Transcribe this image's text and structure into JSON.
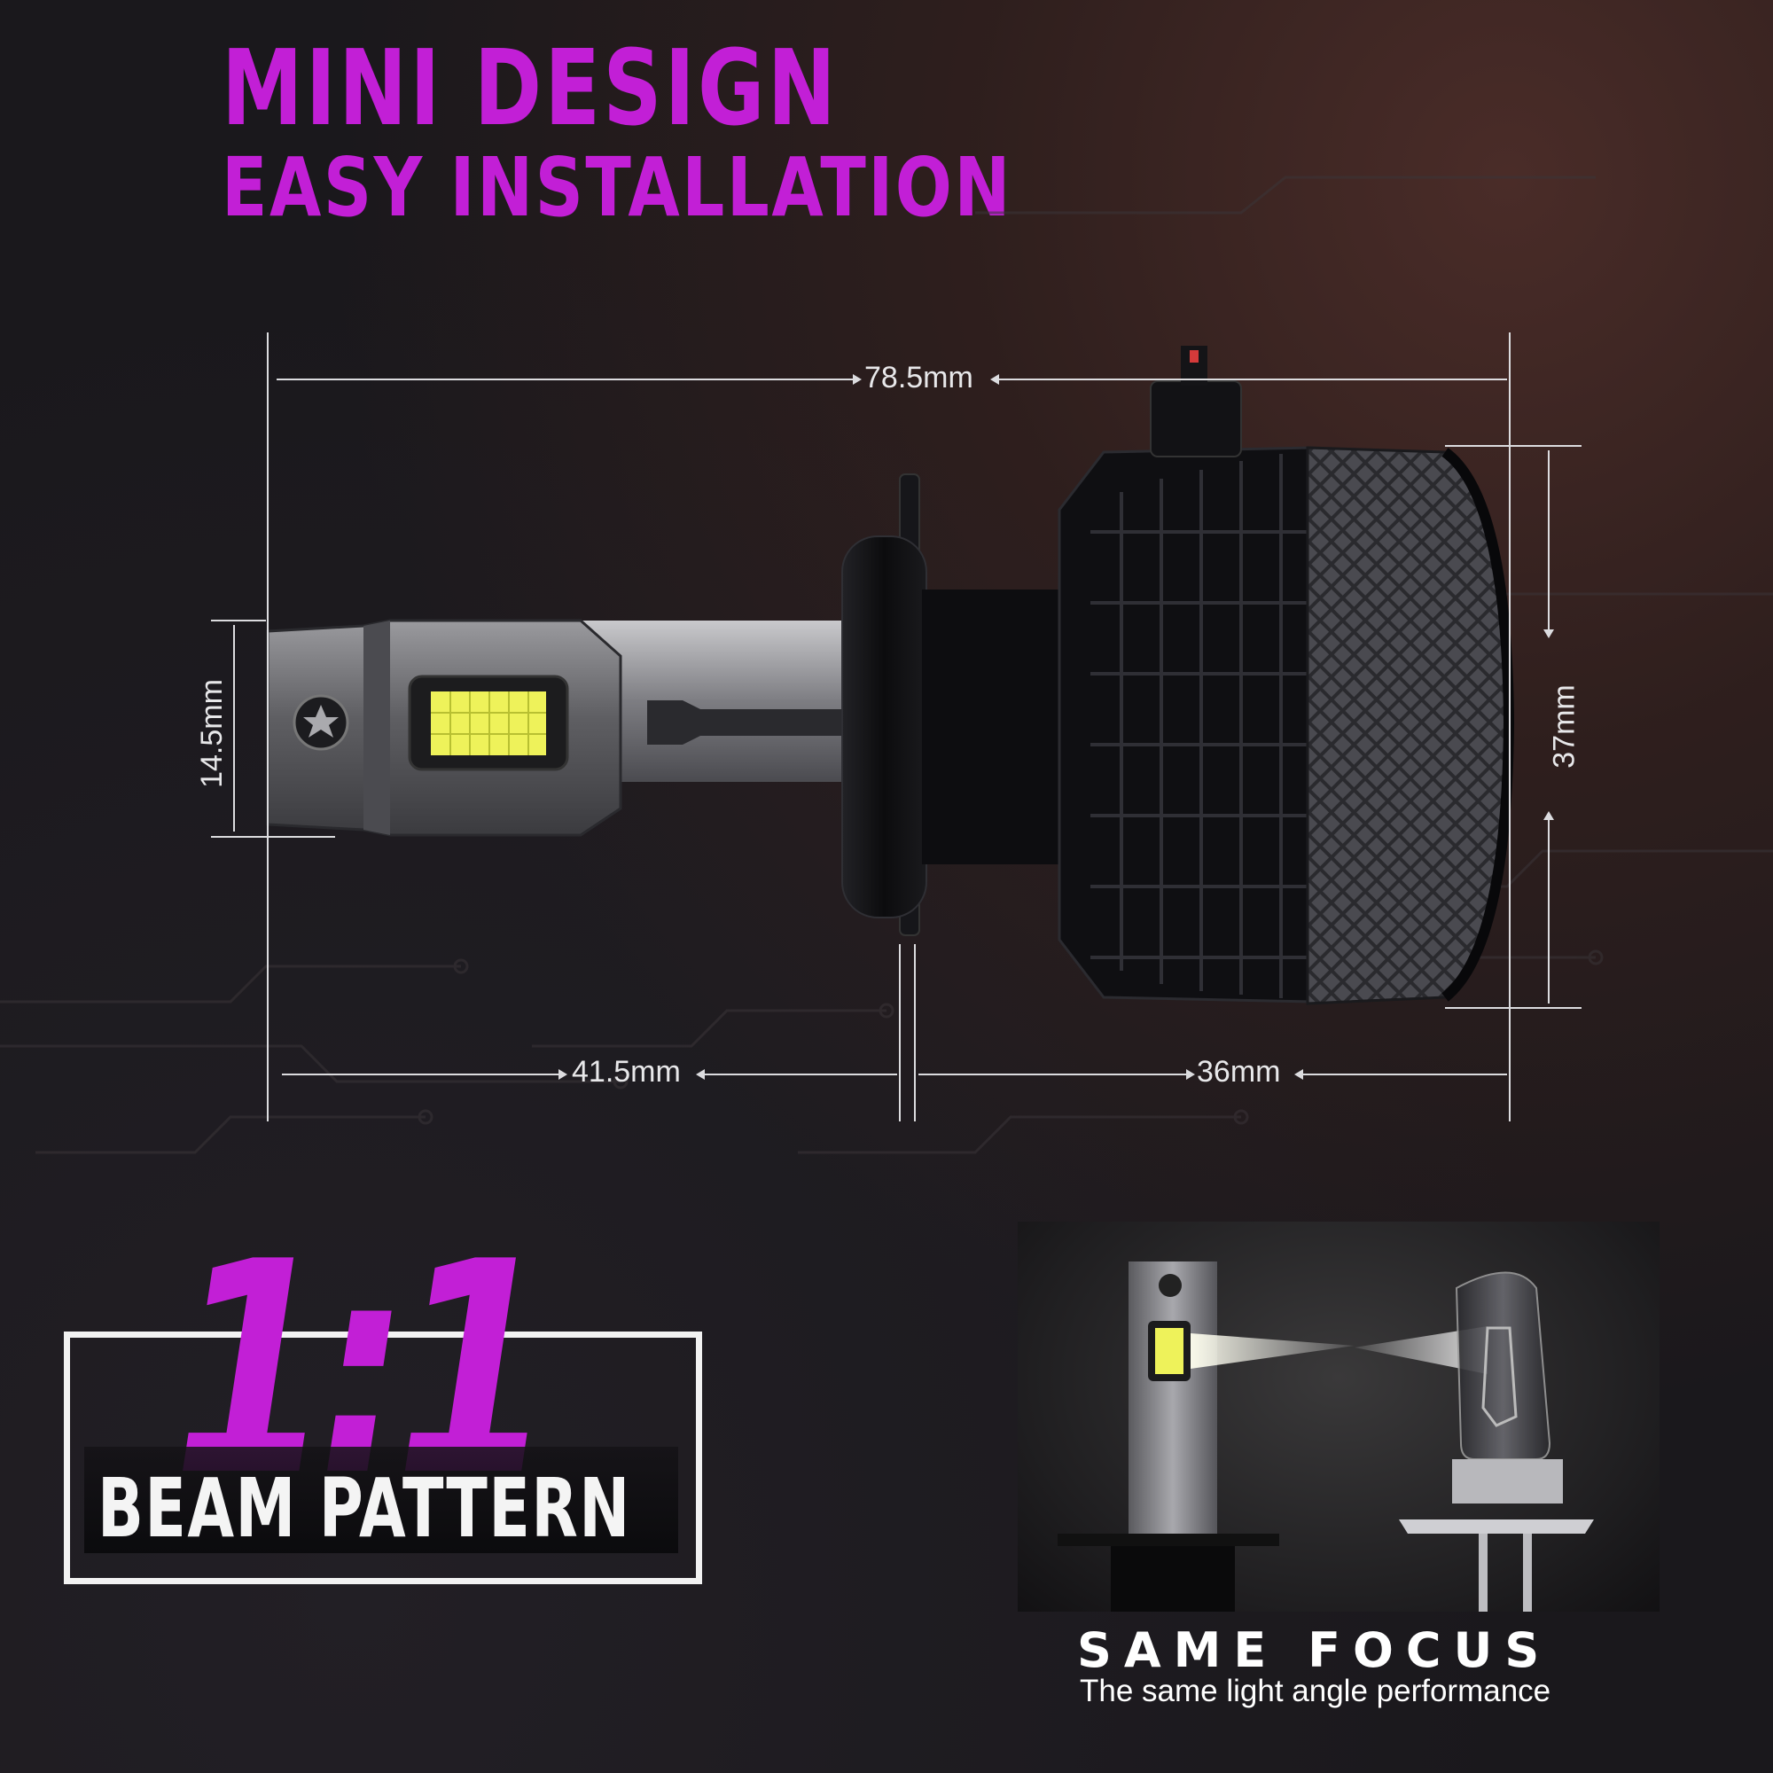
{
  "headline": {
    "line1": "MINI DESIGN",
    "line2": "EASY INSTALLATION"
  },
  "dimensions": {
    "overall_length": "78.5mm",
    "front_length": "41.5mm",
    "rear_length": "36mm",
    "chip_height": "14.5mm",
    "cap_height": "37mm"
  },
  "ratio_badge": {
    "ratio": "1:1",
    "label": "BEAM PATTERN"
  },
  "comparison": {
    "title": "SAME FOCUS",
    "subtitle": "The same light angle performance"
  },
  "colors": {
    "accent": "#c21fd6",
    "background": "#1b191d",
    "text": "#ffffff"
  }
}
